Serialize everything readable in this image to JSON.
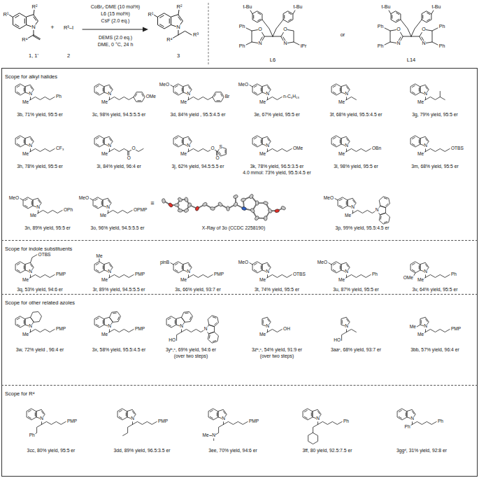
{
  "diagram": {
    "nodes": [
      {
        "text": [
          "Scope for alkyl halides"
        ]
      },
      {
        "text": [
          "Scope for indole substituents"
        ]
      },
      {
        "text": [
          "Scope for other related azoles"
        ]
      },
      {
        "text": [
          "Scope for R⁴"
        ]
      }
    ],
    "labels": [
      "R¹",
      "R²",
      "N",
      "R⁴",
      "1, 1'",
      "+",
      "R³–I",
      "2",
      "CoBr₂·DME (10 mol%)",
      "L6 (15 mol%)",
      "CsF (2.0 eq.)",
      "DEMS (2.0 eq.)",
      "DME, 0 °C, 24 h",
      "R¹",
      "R²",
      "N",
      "R⁴",
      "R³",
      "3",
      "t-Bu",
      "t-Bu",
      "O",
      "N",
      "O",
      "N",
      "Ph",
      "Ph",
      "iPr",
      "L6",
      "or",
      "t-Bu",
      "t-Bu",
      "O",
      "N",
      "O",
      "N",
      "Ph",
      "Ph",
      "Ph",
      "Ph",
      "L14",
      "N",
      "Me",
      "Ph",
      "3b, 71% yield, 95:5 er",
      "N",
      "Me",
      "OMe",
      "3c, 98% yield, 94.5:5.5 er",
      "MeO",
      "N",
      "Me",
      "Br",
      "3d, 84% yield , 95.5:4.5 er",
      "MeO",
      "N",
      "Me",
      "n-C₆H₁₃",
      "3e, 67% yield, 95:5 er",
      "N",
      "Me",
      "3f, 68% yield, 95.5:4.5 er",
      "N",
      "Me",
      "3g, 79% yield, 95:5 er",
      "N",
      "Me",
      "CF₃",
      "3h, 78% yield, 95:5 er",
      "N",
      "Me",
      "O",
      "O",
      "3i, 84% yield, 96:4 er",
      "N",
      "Me",
      "O",
      "O",
      "S",
      "3j, 62% yield, 94.5:5.5 er",
      "N",
      "Me",
      "OMe",
      "3k, 78% yield, 96.5:3.5 er",
      "4.0 mmol: 73% yield, 95.5:4.5 er",
      "N",
      "Me",
      "OBn",
      "3l, 98% yield, 95:5 er",
      "N",
      "Me",
      "OTBS",
      "3m, 68% yield, 95:5 er",
      "MeO",
      "N",
      "Me",
      "OPh",
      "3n, 89% yield, 95:5 er",
      "MeO",
      "N",
      "Me",
      "OPMP",
      "3o, 96% yield, 94.5:5.5 er",
      "≡",
      "X-Ray of 3o (CCDC 2258190)",
      "MeO",
      "N",
      "Me",
      "N",
      "3p, 99% yield, 95.5:4.5 er",
      "OTBS",
      "N",
      "Me",
      "PMP",
      "3q, 53% yield, 94:6 er",
      "Me",
      "N",
      "Me",
      "PMP",
      "3r, 89% yield, 94.5:5.5 er",
      "pinB",
      "N",
      "Me",
      "PMP",
      "3s, 66% yield, 93:7 er",
      "MeO",
      "N",
      "Me",
      "OTBS",
      "3t, 74% yield, 95:5 er",
      "MeO",
      "N",
      "Me",
      "Ph",
      "3u, 87% yield, 95:5 er",
      "OMe",
      "N",
      "Me",
      "Ph",
      "3v, 64% yield, 95:5 er",
      "N",
      "Me",
      "PMP",
      "3w, 72% yield , 96:4 er",
      "N",
      "Me",
      "PMP",
      "3x, 58% yield, 95.5:4.5 er",
      "N",
      "HO",
      "N",
      "3yᵇ,ᶜ, 69% yield, 94:6 er",
      "(over two steps)",
      "N",
      "Me",
      "OH",
      "3zᵇ,ᶜ, 54% yield, 91:9 er",
      "(over two steps)",
      "N",
      "HO",
      "3aaᶜ, 68% yield, 93:7 er",
      "Me",
      "N",
      "Me",
      "PMP",
      "3bb, 57% yield, 96:4 er",
      "N",
      "Ph",
      "PMP",
      "3cc, 80% yield, 95:5 er",
      "N",
      "PMP",
      "3dd, 89% yield, 96.5:3.5 er",
      "N",
      "Me",
      "N",
      "PMP",
      "3ee, 70% yield, 94:6 er",
      "N",
      "Ph",
      "3ff, 80 yield, 92.5:7.5 er",
      "N",
      "Ph",
      "Ph",
      "3ggᵈ, 31% yield, 92:8 er"
    ]
  }
}
